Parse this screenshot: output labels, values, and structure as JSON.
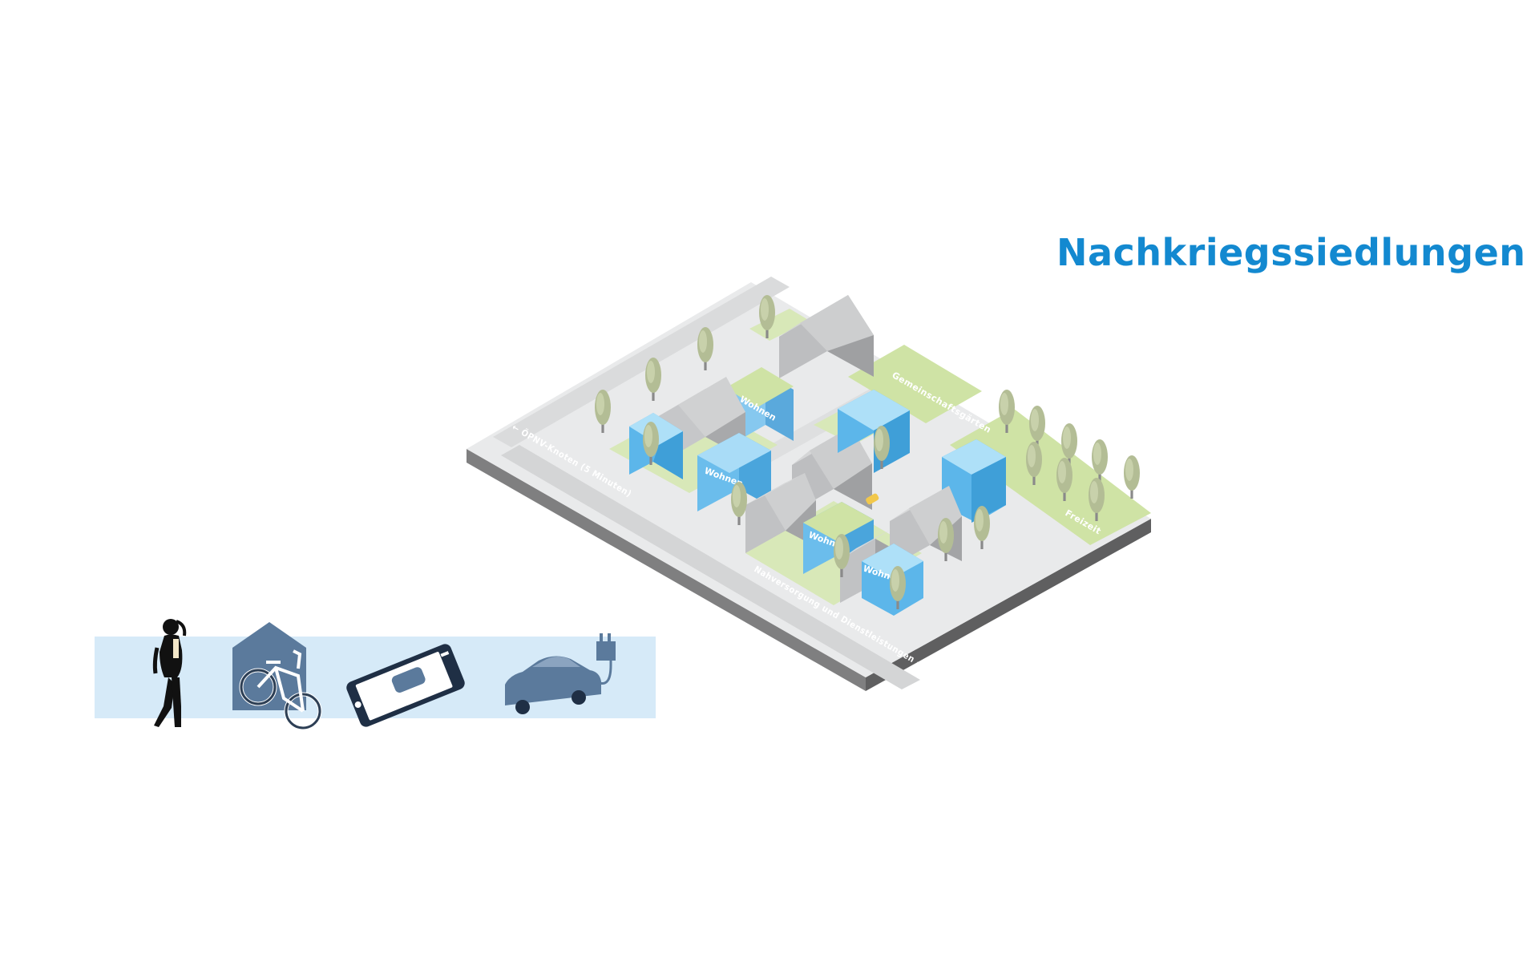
{
  "title": "Nachkriegssiedlungen",
  "labels": {
    "oepnv": "← ÖPNV-Knoten (5 Minuten)",
    "nahversorgung": "Nahversorgung und Dienstleistungen ➔",
    "gemeinschaftsgaerten": "Gemeinschaftsgärten",
    "freizeit": "Freizeit",
    "wohnen": "Wohnen"
  },
  "icons": [
    "pedestrian-icon",
    "bicycle-garage-icon",
    "carsharing-app-icon",
    "electric-car-charging-icon"
  ],
  "colors": {
    "accent": "#1389d0",
    "strip": "#d6eaf8",
    "icon_dark": "#4f6d8f",
    "ground": "#e9eaeb",
    "green": "#cfe3a5",
    "building_blue": "#5cb6ea",
    "building_grey": "#c9cacc"
  }
}
